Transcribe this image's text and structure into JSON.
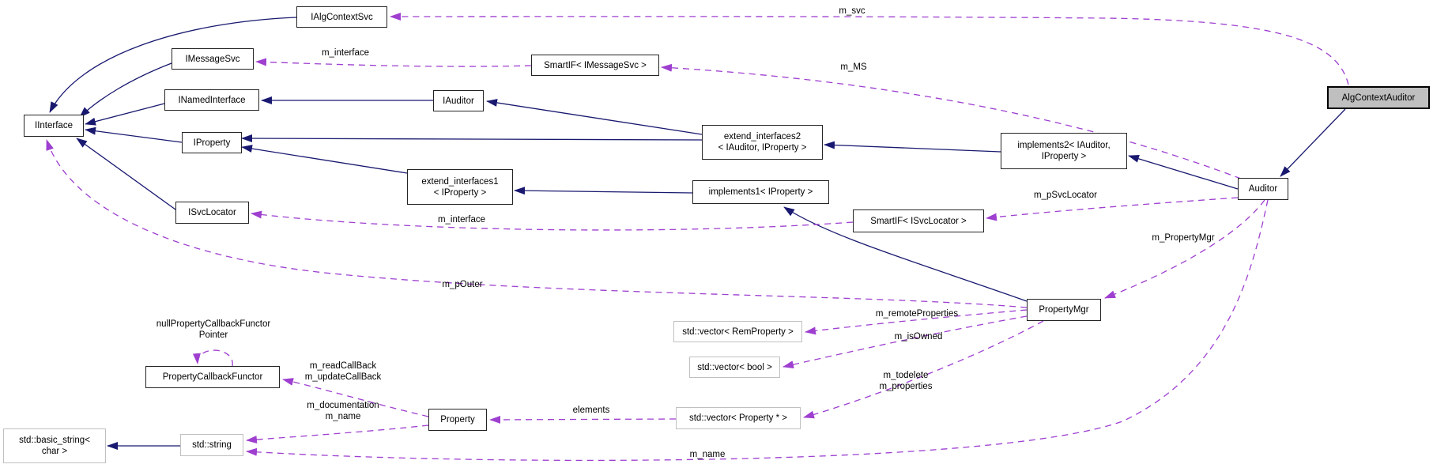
{
  "colors": {
    "inheritance": "#191970",
    "usage": "#9e3fd0",
    "focus-fill": "#bfbfbf"
  },
  "nodes": {
    "ialgcontextsvc": {
      "label": "IAlgContextSvc"
    },
    "imessagesvc": {
      "label": "IMessageSvc"
    },
    "smartif_imessagesvc": {
      "label": "SmartIF< IMessageSvc >"
    },
    "inamedinterface": {
      "label": "INamedInterface"
    },
    "iauditor": {
      "label": "IAuditor"
    },
    "iinterface": {
      "label": "IInterface"
    },
    "iproperty": {
      "label": "IProperty"
    },
    "extend_interfaces2": {
      "line1": "extend_interfaces2",
      "line2": "< IAuditor, IProperty >"
    },
    "implements2": {
      "line1": "implements2< IAuditor,",
      "line2": "IProperty >"
    },
    "extend_interfaces1": {
      "line1": "extend_interfaces1",
      "line2": "< IProperty >"
    },
    "implements1": {
      "label": "implements1< IProperty >"
    },
    "isvclocator": {
      "label": "ISvcLocator"
    },
    "smartif_isvclocator": {
      "label": "SmartIF< ISvcLocator >"
    },
    "auditor": {
      "label": "Auditor"
    },
    "algcontextauditor": {
      "label": "AlgContextAuditor"
    },
    "propertymgr": {
      "label": "PropertyMgr"
    },
    "vector_remproperty": {
      "label": "std::vector< RemProperty >"
    },
    "vector_bool": {
      "label": "std::vector< bool >"
    },
    "vector_property": {
      "label": "std::vector< Property * >"
    },
    "property": {
      "label": "Property"
    },
    "propertycallbackfunctor": {
      "label": "PropertyCallbackFunctor"
    },
    "stdstring": {
      "label": "std::string"
    },
    "basicstring": {
      "line1": "std::basic_string<",
      "line2": "char >"
    }
  },
  "edge_labels": {
    "m_svc": "m_svc",
    "m_interface_top": "m_interface",
    "m_ms": "m_MS",
    "m_psvclocator": "m_pSvcLocator",
    "m_interface_bottom": "m_interface",
    "m_propertymgr": "m_PropertyMgr",
    "m_pouter": "m_pOuter",
    "m_remoteproperties": "m_remoteProperties",
    "m_isowned": "m_isOwned",
    "m_todelete_properties": {
      "line1": "m_todelete",
      "line2": "m_properties"
    },
    "elements": "elements",
    "m_name_bottom": "m_name",
    "m_callbacks": {
      "line1": "m_readCallBack",
      "line2": "m_updateCallBack"
    },
    "m_documentation_name": {
      "line1": "m_documentation",
      "line2": "m_name"
    },
    "null_functor": {
      "line1": "nullPropertyCallbackFunctor",
      "line2": "Pointer"
    }
  },
  "edges": [
    {
      "from": "AlgContextAuditor",
      "to": "Auditor",
      "type": "inheritance"
    },
    {
      "from": "Auditor",
      "to": "implements2< IAuditor, IProperty >",
      "type": "inheritance"
    },
    {
      "from": "implements2< IAuditor, IProperty >",
      "to": "extend_interfaces2< IAuditor, IProperty >",
      "type": "inheritance"
    },
    {
      "from": "extend_interfaces2< IAuditor, IProperty >",
      "to": "IAuditor",
      "type": "inheritance"
    },
    {
      "from": "extend_interfaces2< IAuditor, IProperty >",
      "to": "IProperty",
      "type": "inheritance"
    },
    {
      "from": "extend_interfaces1< IProperty >",
      "to": "IProperty",
      "type": "inheritance"
    },
    {
      "from": "implements1< IProperty >",
      "to": "extend_interfaces1< IProperty >",
      "type": "inheritance"
    },
    {
      "from": "PropertyMgr",
      "to": "implements1< IProperty >",
      "type": "inheritance"
    },
    {
      "from": "IAuditor",
      "to": "INamedInterface",
      "type": "inheritance"
    },
    {
      "from": "INamedInterface",
      "to": "IInterface",
      "type": "inheritance"
    },
    {
      "from": "IMessageSvc",
      "to": "IInterface",
      "type": "inheritance"
    },
    {
      "from": "IAlgContextSvc",
      "to": "IInterface",
      "type": "inheritance"
    },
    {
      "from": "IProperty",
      "to": "IInterface",
      "type": "inheritance"
    },
    {
      "from": "ISvcLocator",
      "to": "IInterface",
      "type": "inheritance"
    },
    {
      "from": "std::string",
      "to": "std::basic_string< char >",
      "type": "inheritance"
    },
    {
      "from": "AlgContextAuditor",
      "to": "IAlgContextSvc",
      "type": "usage",
      "label": "m_svc"
    },
    {
      "from": "SmartIF< IMessageSvc >",
      "to": "IMessageSvc",
      "type": "usage",
      "label": "m_interface"
    },
    {
      "from": "Auditor",
      "to": "SmartIF< IMessageSvc >",
      "type": "usage",
      "label": "m_MS"
    },
    {
      "from": "Auditor",
      "to": "SmartIF< ISvcLocator >",
      "type": "usage",
      "label": "m_pSvcLocator"
    },
    {
      "from": "SmartIF< ISvcLocator >",
      "to": "ISvcLocator",
      "type": "usage",
      "label": "m_interface"
    },
    {
      "from": "Auditor",
      "to": "PropertyMgr",
      "type": "usage",
      "label": "m_PropertyMgr"
    },
    {
      "from": "PropertyMgr",
      "to": "IInterface",
      "type": "usage",
      "label": "m_pOuter"
    },
    {
      "from": "PropertyMgr",
      "to": "std::vector< RemProperty >",
      "type": "usage",
      "label": "m_remoteProperties"
    },
    {
      "from": "PropertyMgr",
      "to": "std::vector< bool >",
      "type": "usage",
      "label": "m_isOwned"
    },
    {
      "from": "PropertyMgr",
      "to": "std::vector< Property * >",
      "type": "usage",
      "label": "m_todelete m_properties"
    },
    {
      "from": "std::vector< Property * >",
      "to": "Property",
      "type": "usage",
      "label": "elements"
    },
    {
      "from": "Property",
      "to": "PropertyCallbackFunctor",
      "type": "usage",
      "label": "m_readCallBack m_updateCallBack"
    },
    {
      "from": "Property",
      "to": "std::string",
      "type": "usage",
      "label": "m_documentation m_name"
    },
    {
      "from": "Auditor",
      "to": "std::string",
      "type": "usage",
      "label": "m_name"
    },
    {
      "from": "PropertyCallbackFunctor",
      "to": "PropertyCallbackFunctor",
      "type": "usage",
      "label": "nullPropertyCallbackFunctor Pointer"
    }
  ]
}
